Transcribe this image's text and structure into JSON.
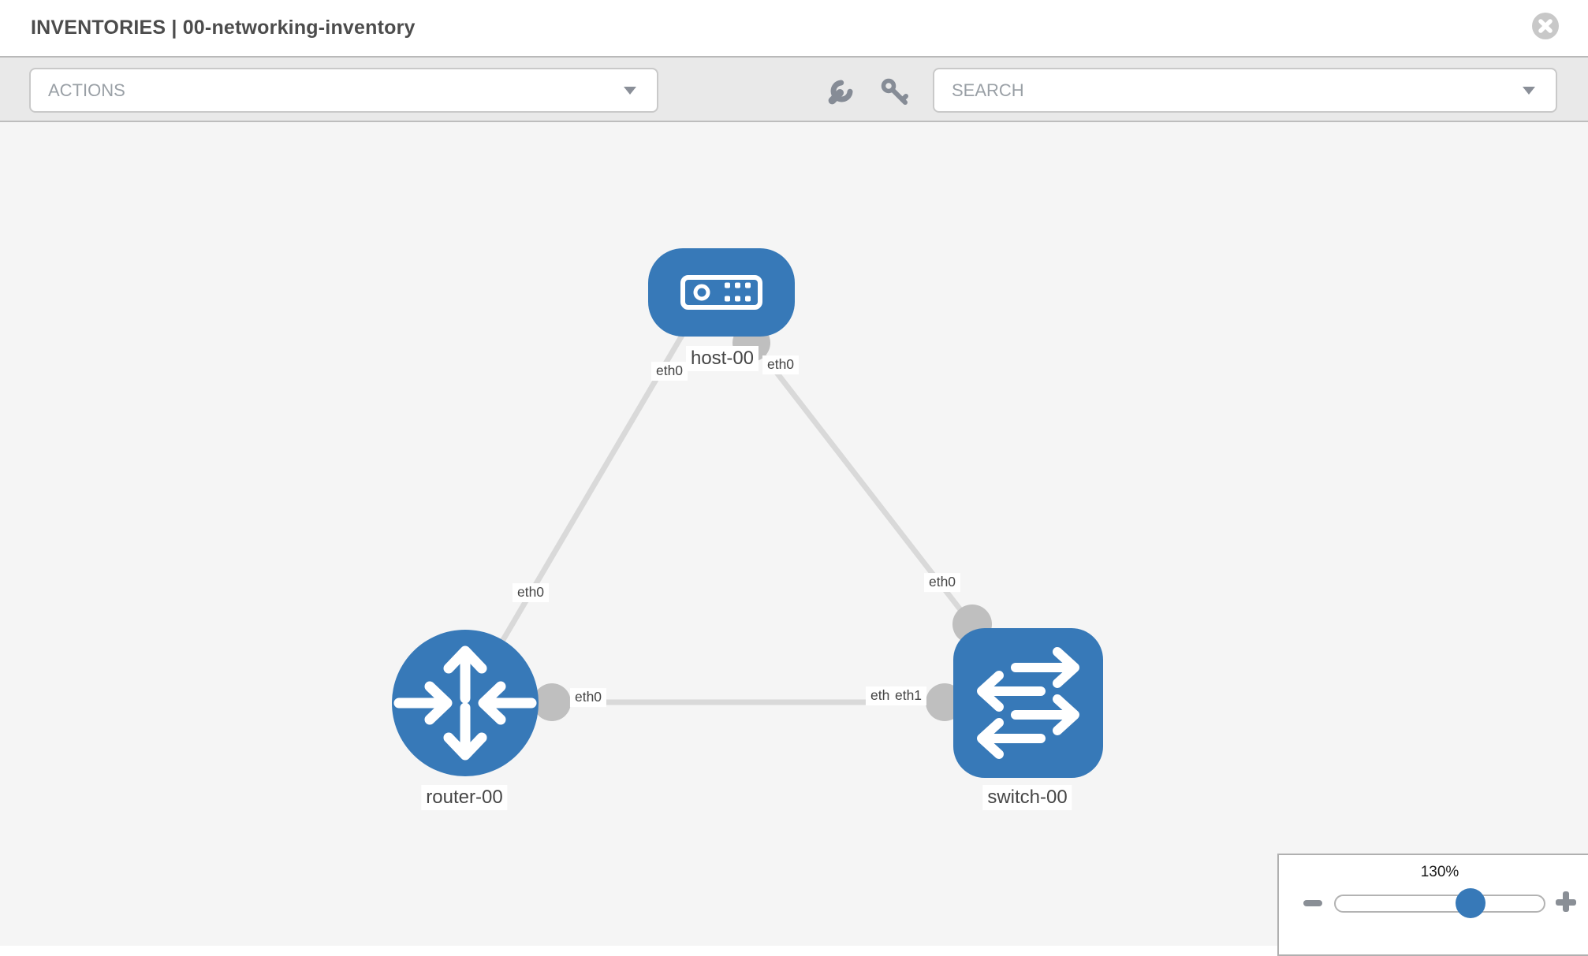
{
  "header": {
    "title": "INVENTORIES | 00-networking-inventory"
  },
  "toolbar": {
    "actions_label": "ACTIONS",
    "search_label": "SEARCH"
  },
  "topology": {
    "nodes": [
      {
        "id": "host-00",
        "type": "host",
        "label": "host-00"
      },
      {
        "id": "router-00",
        "type": "router",
        "label": "router-00"
      },
      {
        "id": "switch-00",
        "type": "switch",
        "label": "switch-00"
      }
    ],
    "links": [
      {
        "source": "host-00",
        "source_interface": "eth0",
        "target": "router-00",
        "target_interface": "eth0"
      },
      {
        "source": "host-00",
        "source_interface": "eth0",
        "target": "switch-00",
        "target_interface": "eth0"
      },
      {
        "source": "router-00",
        "source_interface": "eth0",
        "target": "switch-00",
        "target_interface": "eth1",
        "overlapped_label": "eth0"
      }
    ]
  },
  "zoom_control": {
    "level": "130%"
  },
  "icons": {
    "header_close": "close-icon",
    "toolbar_left": "wrench-icon",
    "toolbar_right": "key-icon",
    "actions_dropdown": "chevron-down-icon",
    "search_dropdown": "chevron-down-icon",
    "zoom_out": "minus-icon",
    "zoom_in": "plus-icon",
    "host_node": "host-device-icon",
    "router_node": "router-arrows-icon",
    "switch_node": "switch-arrows-icon"
  },
  "colors": {
    "node_fill": "#3779b8",
    "link_stroke": "#d9d9d9",
    "endpoint_fill": "#bfbfbf",
    "canvas_bg": "#f5f5f5",
    "toolbar_bg": "#e9e9e9",
    "slider_knob": "#3779b8"
  }
}
